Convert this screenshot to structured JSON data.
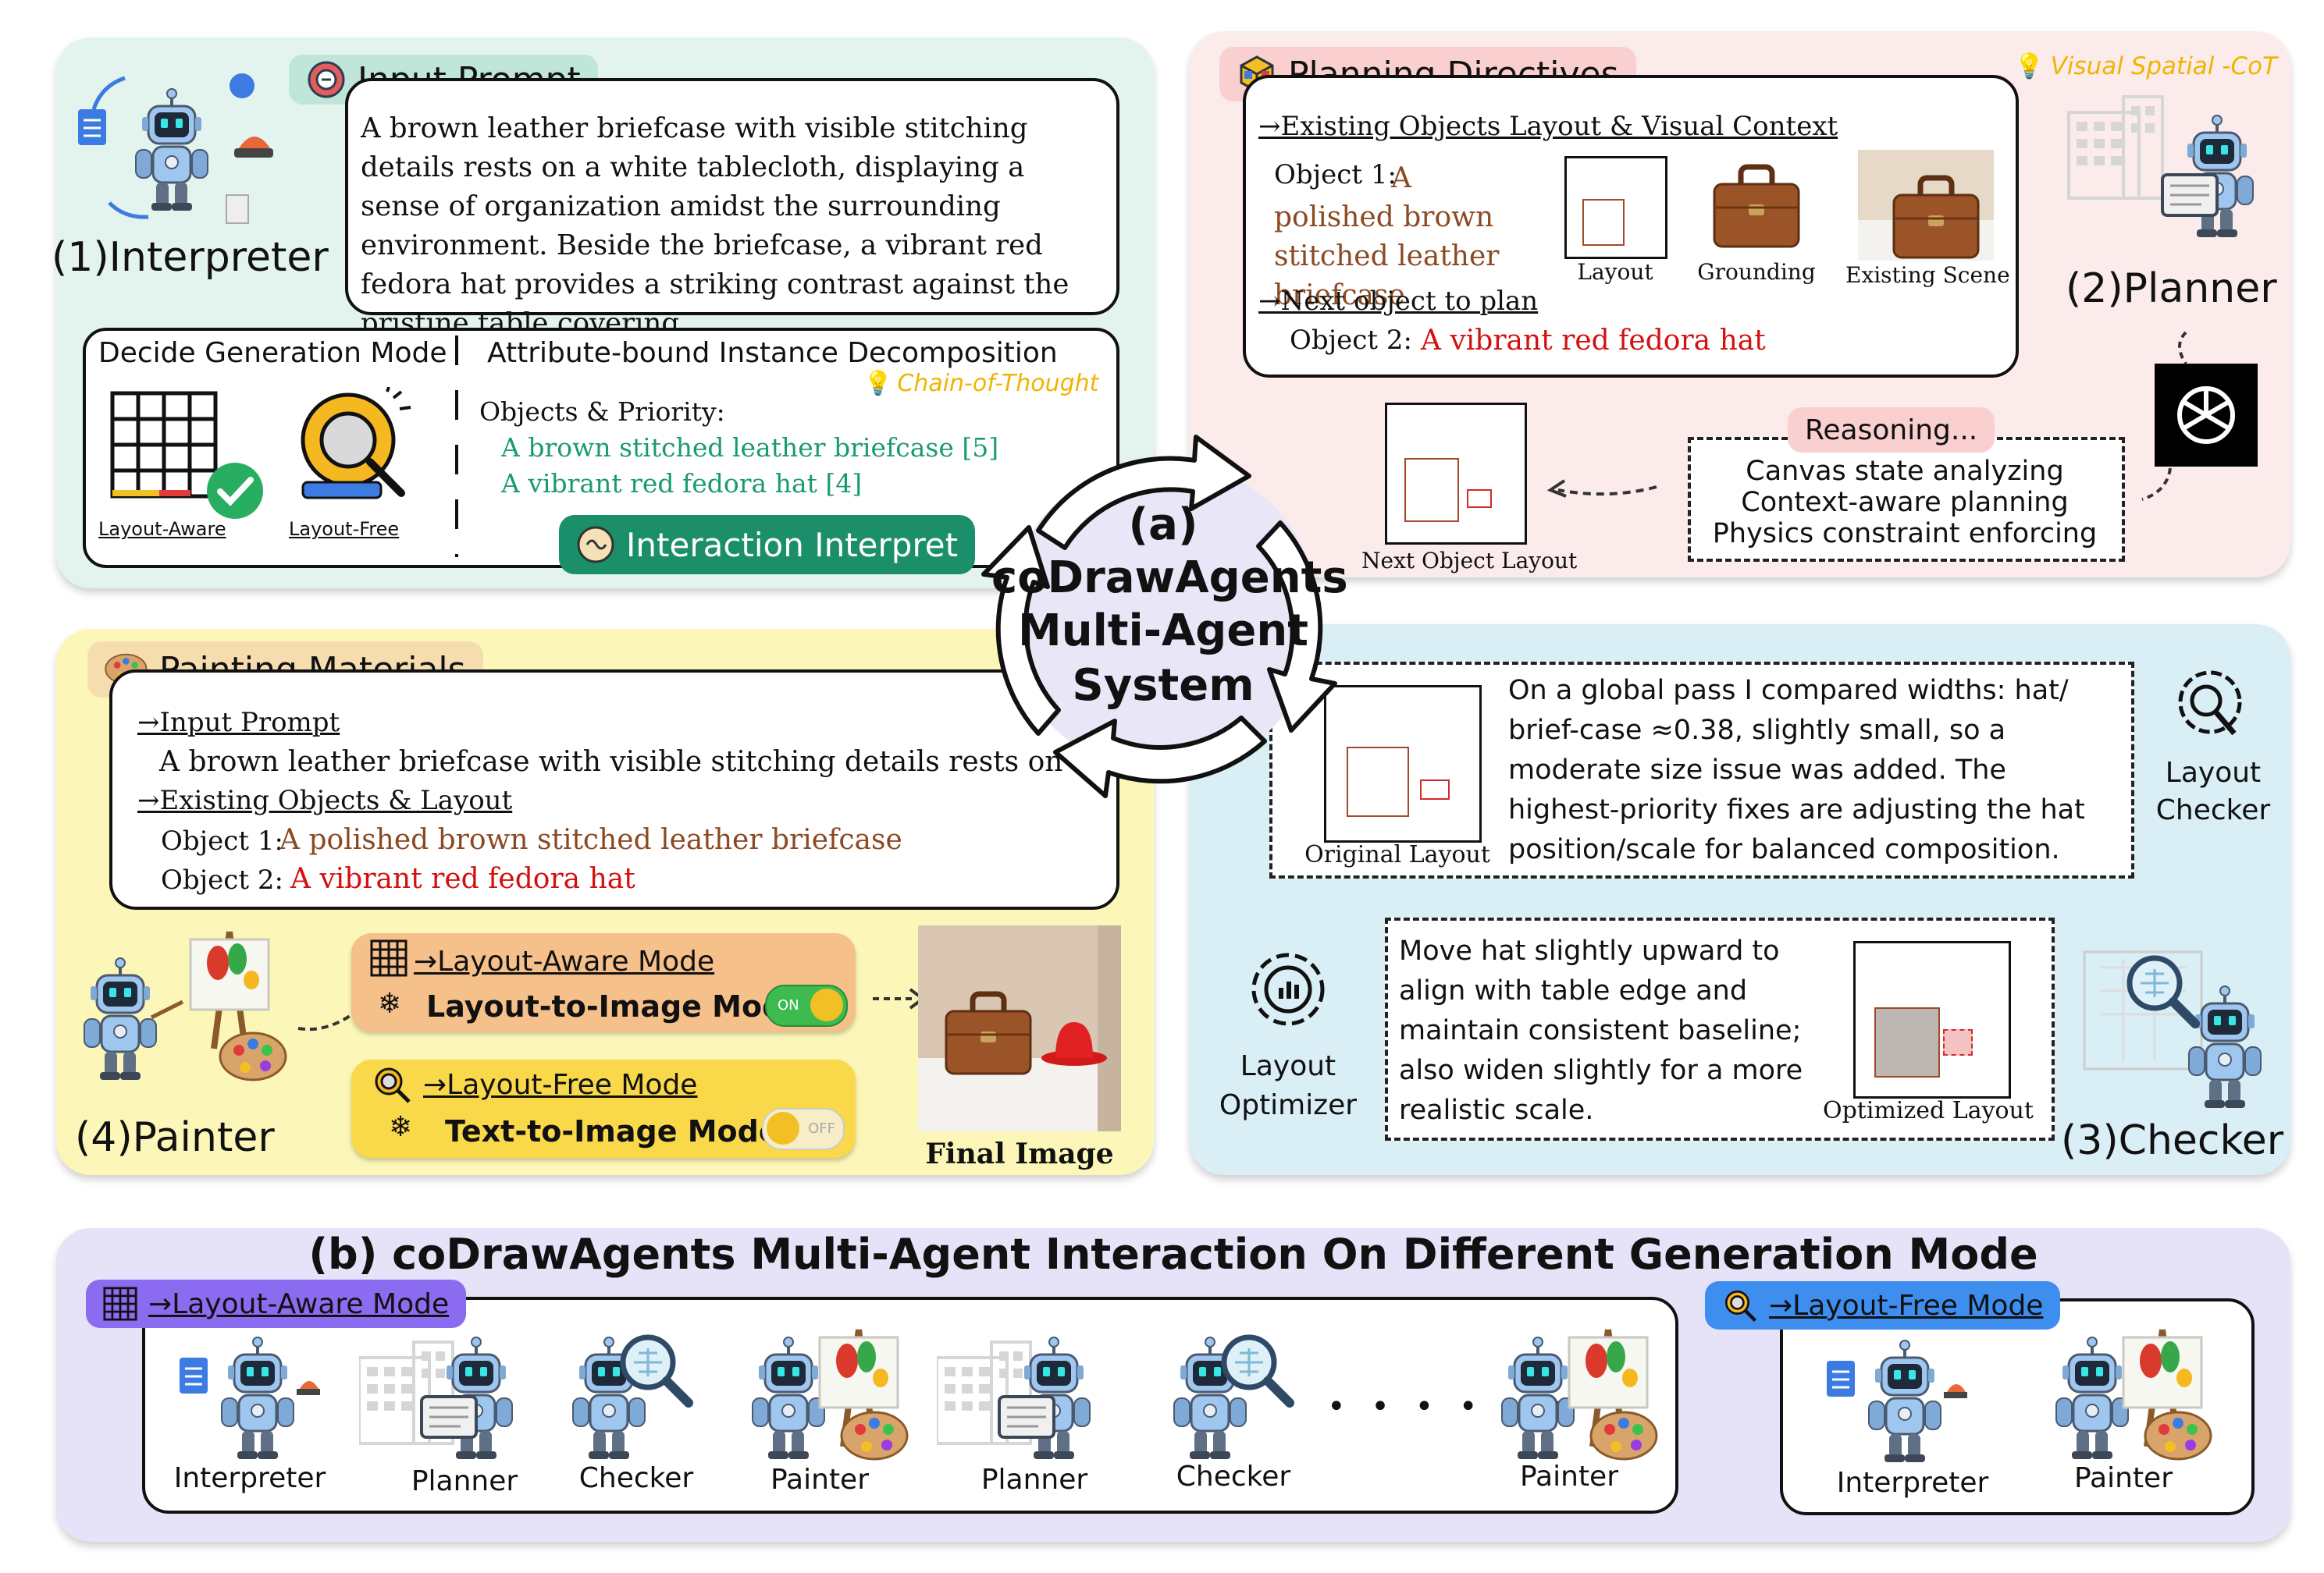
{
  "center": {
    "label_a": "(a)",
    "line1": "coDrawAgents",
    "line2": "Multi-Agent",
    "line3": "System"
  },
  "interpreter": {
    "tag": "Input Prompt",
    "role": "(1)Interpreter",
    "prompt": "A brown leather briefcase with visible stitching details rests on a white tablecloth, displaying a sense of organization amidst the surrounding environment. Beside the briefcase, a vibrant red fedora hat provides a striking contrast against the pristine table covering.",
    "decide_mode": "Decide Generation Mode",
    "decomposition": "Attribute-bound  Instance Decomposition",
    "cot": "Chain-of-Thought",
    "priority_title": "Objects & Priority:",
    "obj1": "A brown stitched leather briefcase [5]",
    "obj2": "A vibrant red fedora hat [4]",
    "layout_aware": "Layout-Aware",
    "layout_free": "Layout-Free",
    "interaction": "Interaction Interpret"
  },
  "planner": {
    "tag": "Planning Directives",
    "vcot": "Visual Spatial -CoT",
    "role": "(2)Planner",
    "existing": "→Existing Objects Layout & Visual Context",
    "obj1_label": "Object 1:",
    "obj1_text": "A polished brown stitched leather briefcase",
    "next_plan": "→Next object to plan",
    "obj2_label": "Object 2:",
    "obj2_text": "A vibrant red fedora hat",
    "cap_layout": "Layout",
    "cap_grounding": "Grounding",
    "cap_scene": "Existing Scene",
    "reasoning": "Reasoning...",
    "r1": "Canvas state analyzing",
    "r2": "Context-aware planning",
    "r3": "Physics constraint enforcing",
    "next_layout": "Next Object Layout"
  },
  "painter": {
    "tag": "Painting Materials",
    "input_prompt": "→Input Prompt",
    "prompt_short": "A brown leather briefcase with visible stitching details rests on ......",
    "existing": "→Existing Objects & Layout",
    "obj1_label": "Object 1:",
    "obj1_text": "A polished brown stitched leather briefcase",
    "obj2_label": "Object 2:",
    "obj2_text": "A vibrant red fedora hat",
    "aware_mode": "→Layout-Aware Mode",
    "aware_model": "Layout-to-Image Model",
    "free_mode": "→Layout-Free  Mode",
    "free_model": "Text-to-Image Model",
    "on": "ON",
    "off": "OFF",
    "final": "Final Image",
    "role": "(4)Painter"
  },
  "checker": {
    "feedback": "On a global pass I compared widths: hat/ brief-case ≈0.38, slightly small, so a moderate size issue was added. The highest-priority fixes are adjusting the hat position/scale for balanced composition.",
    "original_layout": "Original  Layout",
    "checker_label1": "Layout",
    "checker_label2": "Checker",
    "optimizer_label1": "Layout",
    "optimizer_label2": "Optimizer",
    "instruction": "Move hat slightly upward to align with table edge and maintain consistent baseline; also widen slightly for a more realistic scale.",
    "optimized_layout": "Optimized  Layout",
    "role": "(3)Checker"
  },
  "bottom": {
    "title": "(b) coDrawAgents Multi-Agent Interaction On Different Generation Mode",
    "aware_tag": "→Layout-Aware Mode",
    "free_tag": "→Layout-Free  Mode",
    "aware_sequence": [
      "Interpreter",
      "Planner",
      "Checker",
      "Painter",
      "Planner",
      "Checker",
      "Painter"
    ],
    "ellipsis": "• • • • • •",
    "free_sequence": [
      "Interpreter",
      "Painter"
    ]
  },
  "colors": {
    "interpreter_bg": "#e3f4ee",
    "planner_bg": "#fcebeb",
    "painter_bg": "#fcf7b8",
    "checker_bg": "#d9eef5",
    "bottom_bg": "#e6e3f8",
    "center_bg": "#e9e6f7"
  }
}
